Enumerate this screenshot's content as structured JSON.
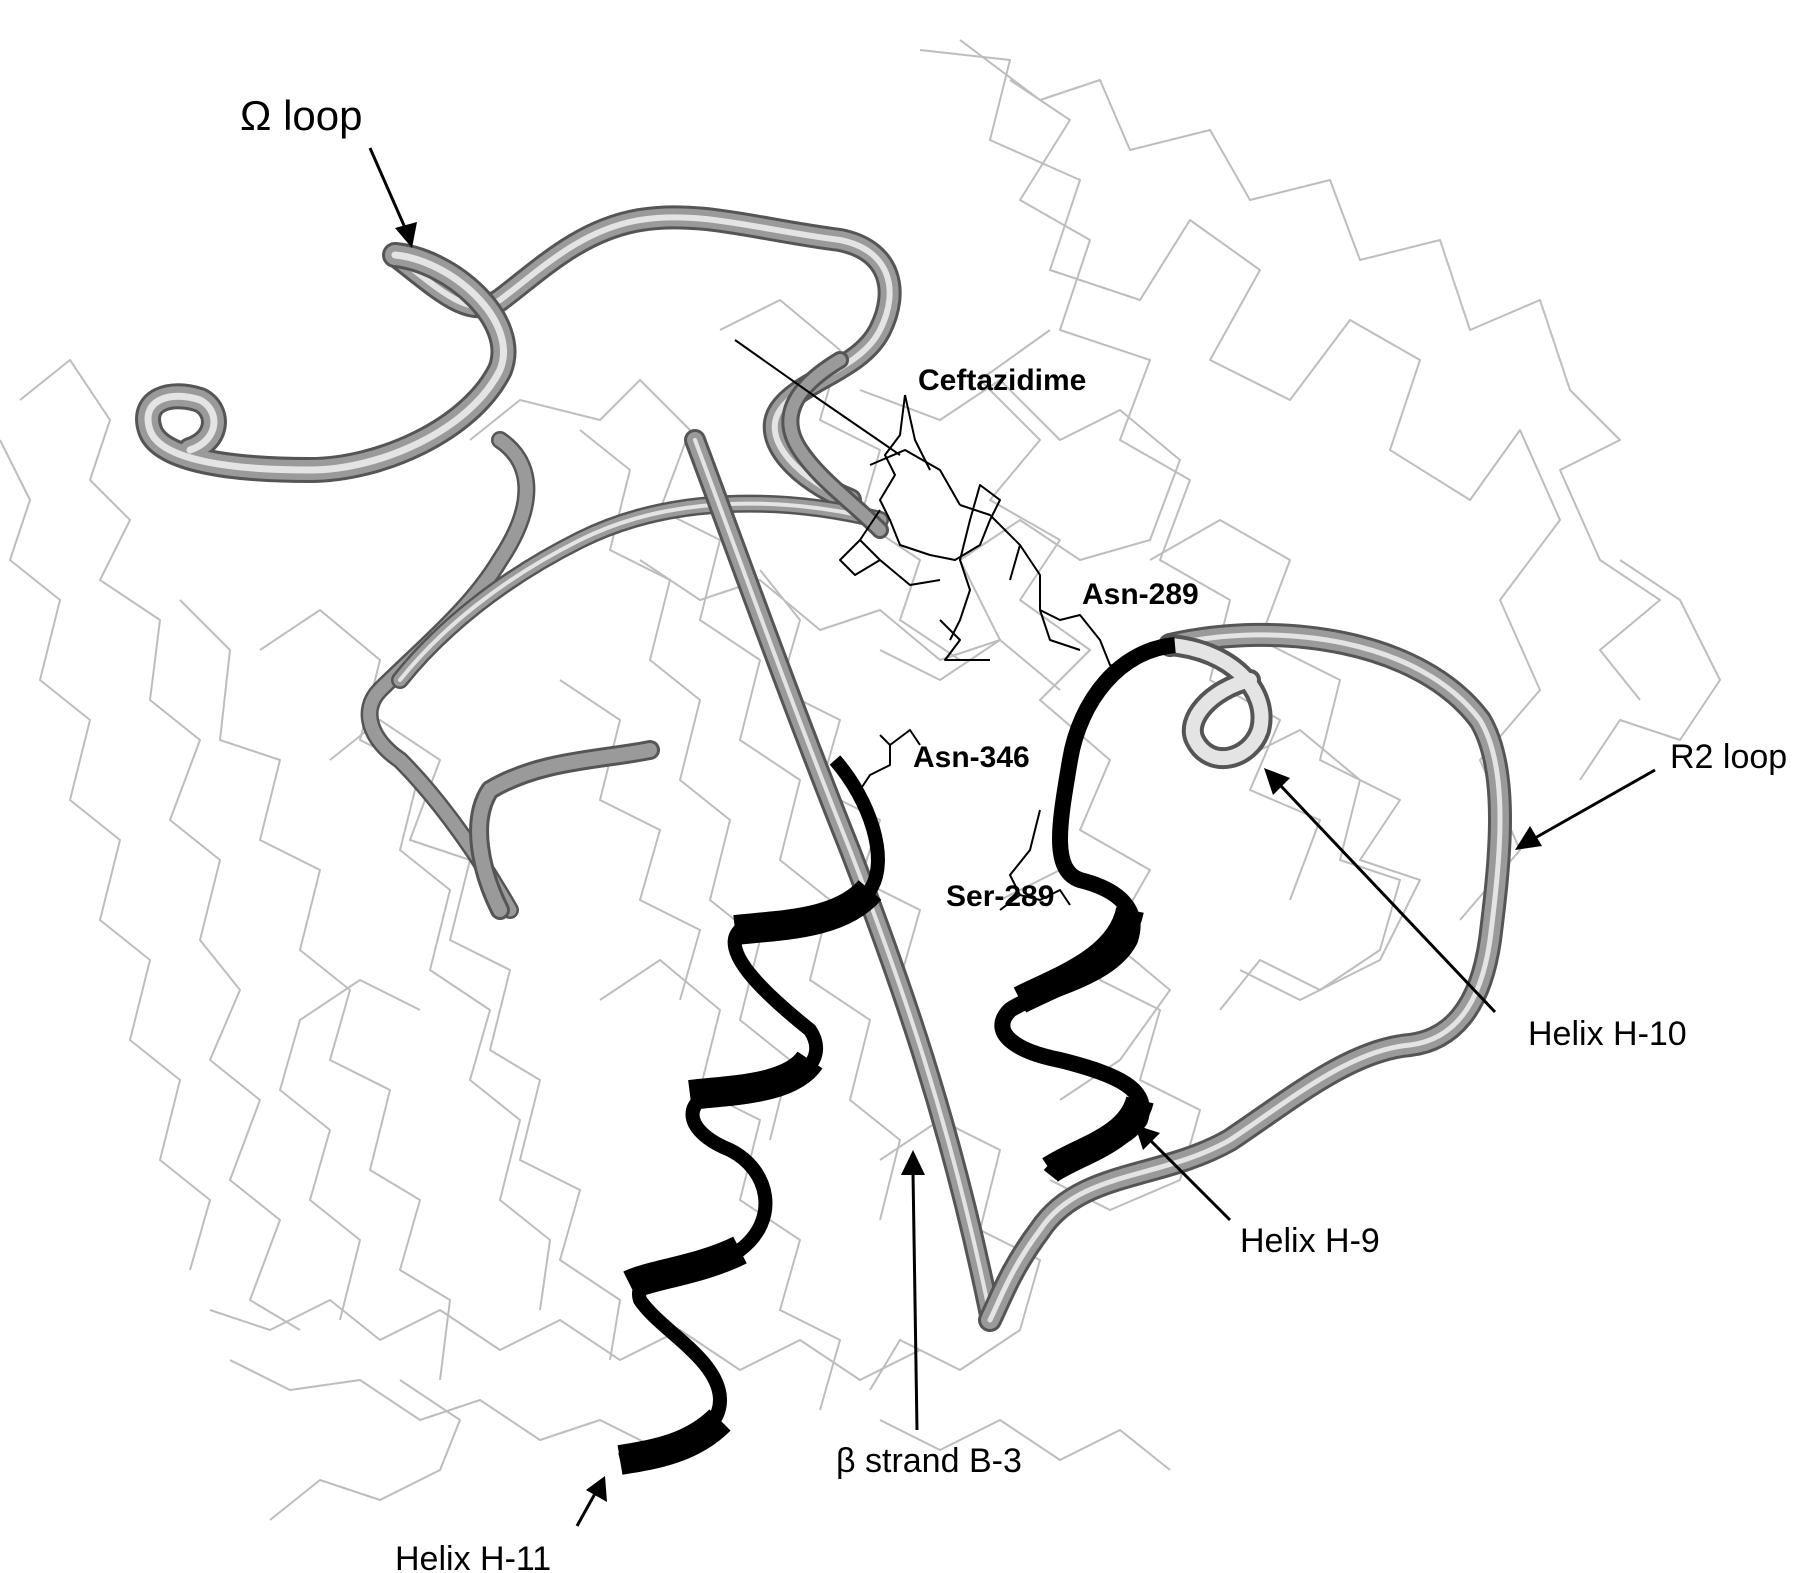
{
  "labels": {
    "omega_loop": "Ω loop",
    "ceftazidime": "Ceftazidime",
    "asn289": "Asn-289",
    "asn346": "Asn-346",
    "ser289": "Ser-289",
    "r2_loop": "R2 loop",
    "helix_h10": "Helix H-10",
    "helix_h9": "Helix H-9",
    "beta_strand": "β strand B-3",
    "helix_h11": "Helix H-11"
  },
  "colors": {
    "background": "#ffffff",
    "backbone_trace": "#bdbdbd",
    "ribbon": "#9a9a9a",
    "helix": "#000000",
    "ligand": "#000000"
  }
}
